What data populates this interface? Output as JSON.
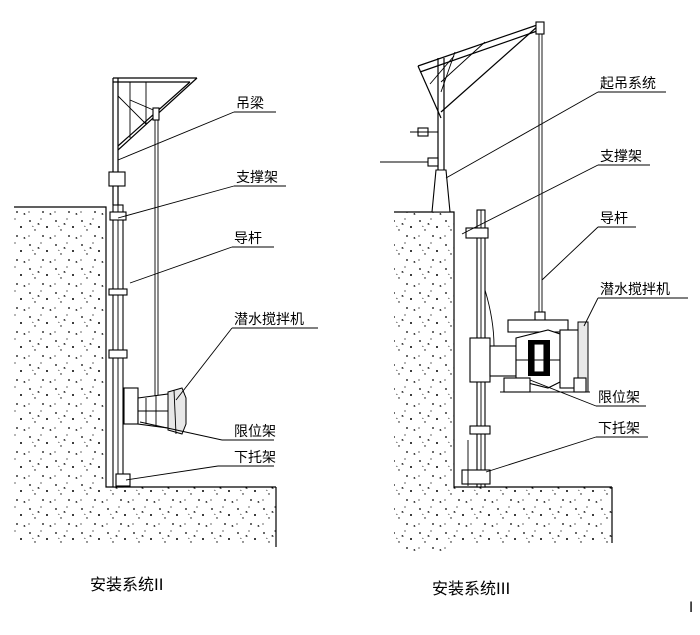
{
  "left": {
    "caption": "安装系统II",
    "labels": {
      "beam": "吊梁",
      "support": "支撑架",
      "guide": "导杆",
      "mixer": "潜水搅拌机",
      "limit": "限位架",
      "bottom": "下托架"
    }
  },
  "right": {
    "caption": "安装系统III",
    "labels": {
      "hoist": "起吊系统",
      "support": "支撑架",
      "guide": "导杆",
      "mixer": "潜水搅拌机",
      "limit": "限位架",
      "bottom": "下托架"
    }
  },
  "corner_mark": "I"
}
